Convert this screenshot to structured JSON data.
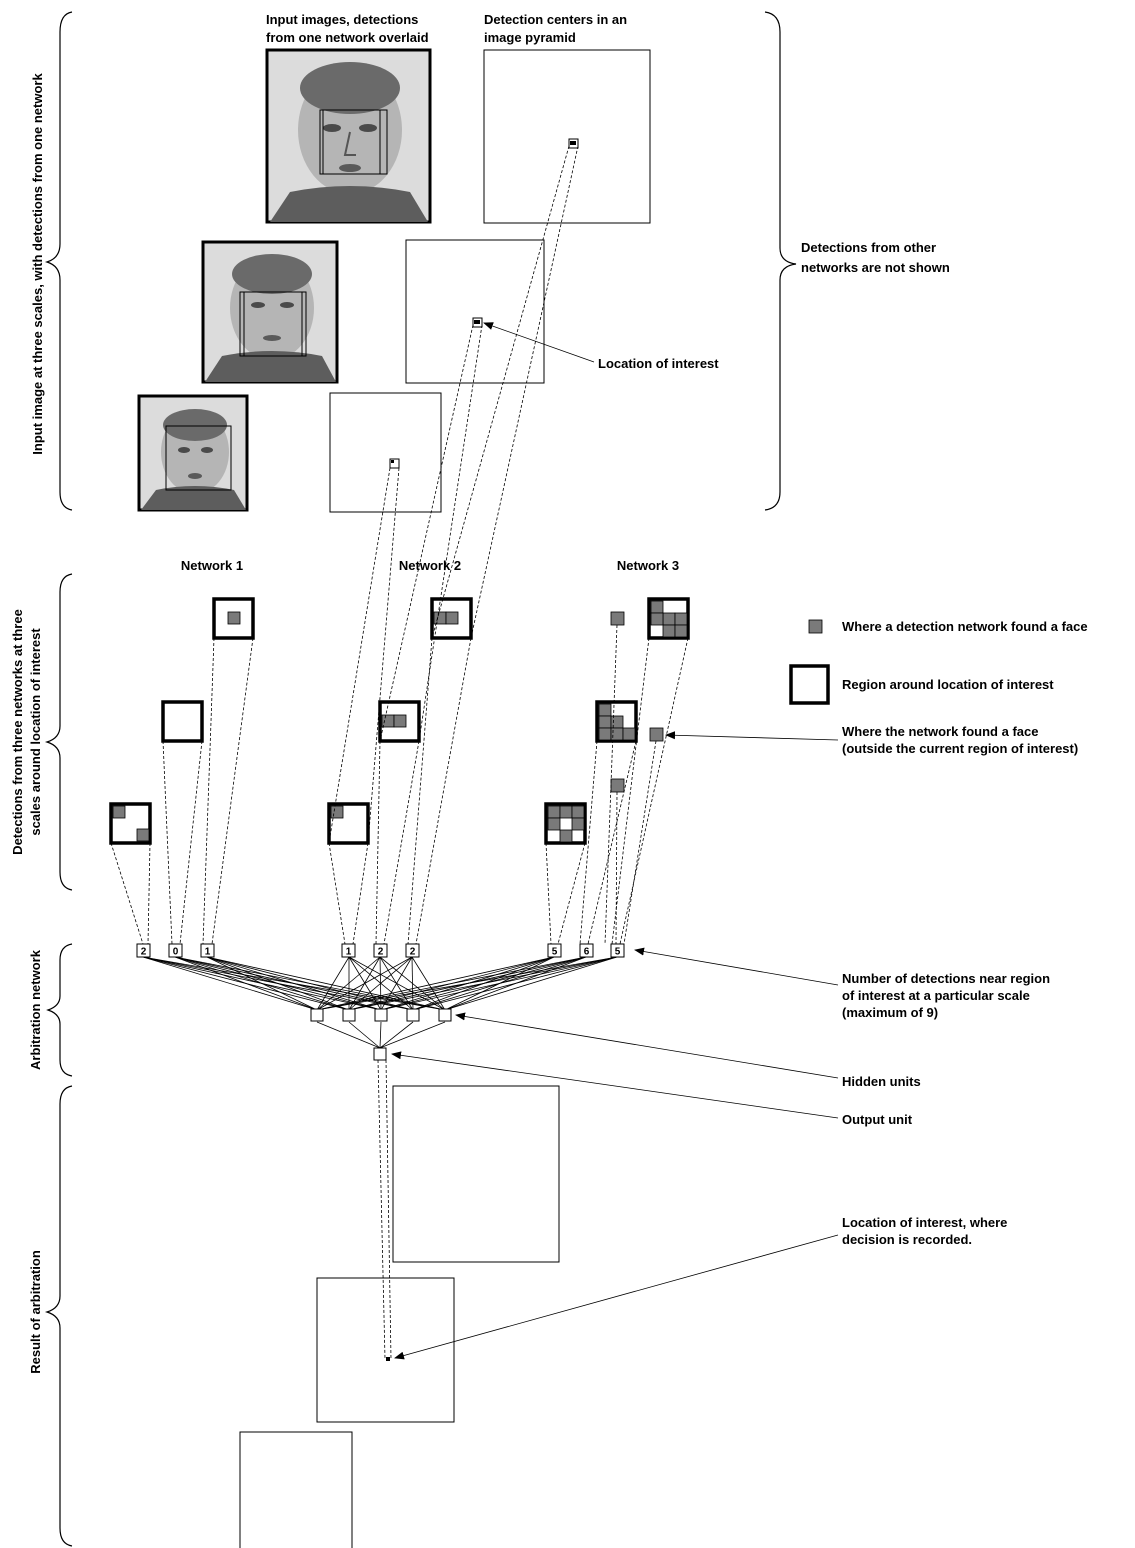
{
  "labels": {
    "input_images_col": [
      "Input images, detections",
      "from one network overlaid"
    ],
    "detection_centers_col": [
      "Detection centers in an",
      "image pyramid"
    ],
    "other_networks": [
      "Detections from other",
      "networks are not shown"
    ],
    "location_of_interest": "Location of interest",
    "brace_input": "Input image at three scales, with detections from one network",
    "brace_detections": [
      "Detections from three networks at three",
      "scales around location of interest"
    ],
    "brace_arbitration": "Arbitration network",
    "brace_result": "Result of arbitration",
    "network_1": "Network 1",
    "network_2": "Network 2",
    "network_3": "Network 3",
    "legend_face": "Where a detection network found a face",
    "legend_region": "Region around location of interest",
    "outside_region": [
      "Where the network found a face",
      "(outside the current region of interest)"
    ],
    "num_detections": [
      "Number of detections near region",
      "of interest at a particular scale",
      "(maximum of 9)"
    ],
    "hidden_units": "Hidden units",
    "output_unit": "Output unit",
    "decision_recorded": [
      "Location of interest, where",
      "decision is recorded."
    ]
  },
  "input_unit_values": [
    "2",
    "0",
    "1",
    "1",
    "2",
    "2",
    "5",
    "6",
    "5"
  ],
  "colors": {
    "face_detection": "#7a7a7a",
    "line": "#000000",
    "photo_bg": "#d9d9d9"
  },
  "icons": {
    "photo": "face-photo-icon",
    "detection": "gray-square-icon"
  }
}
